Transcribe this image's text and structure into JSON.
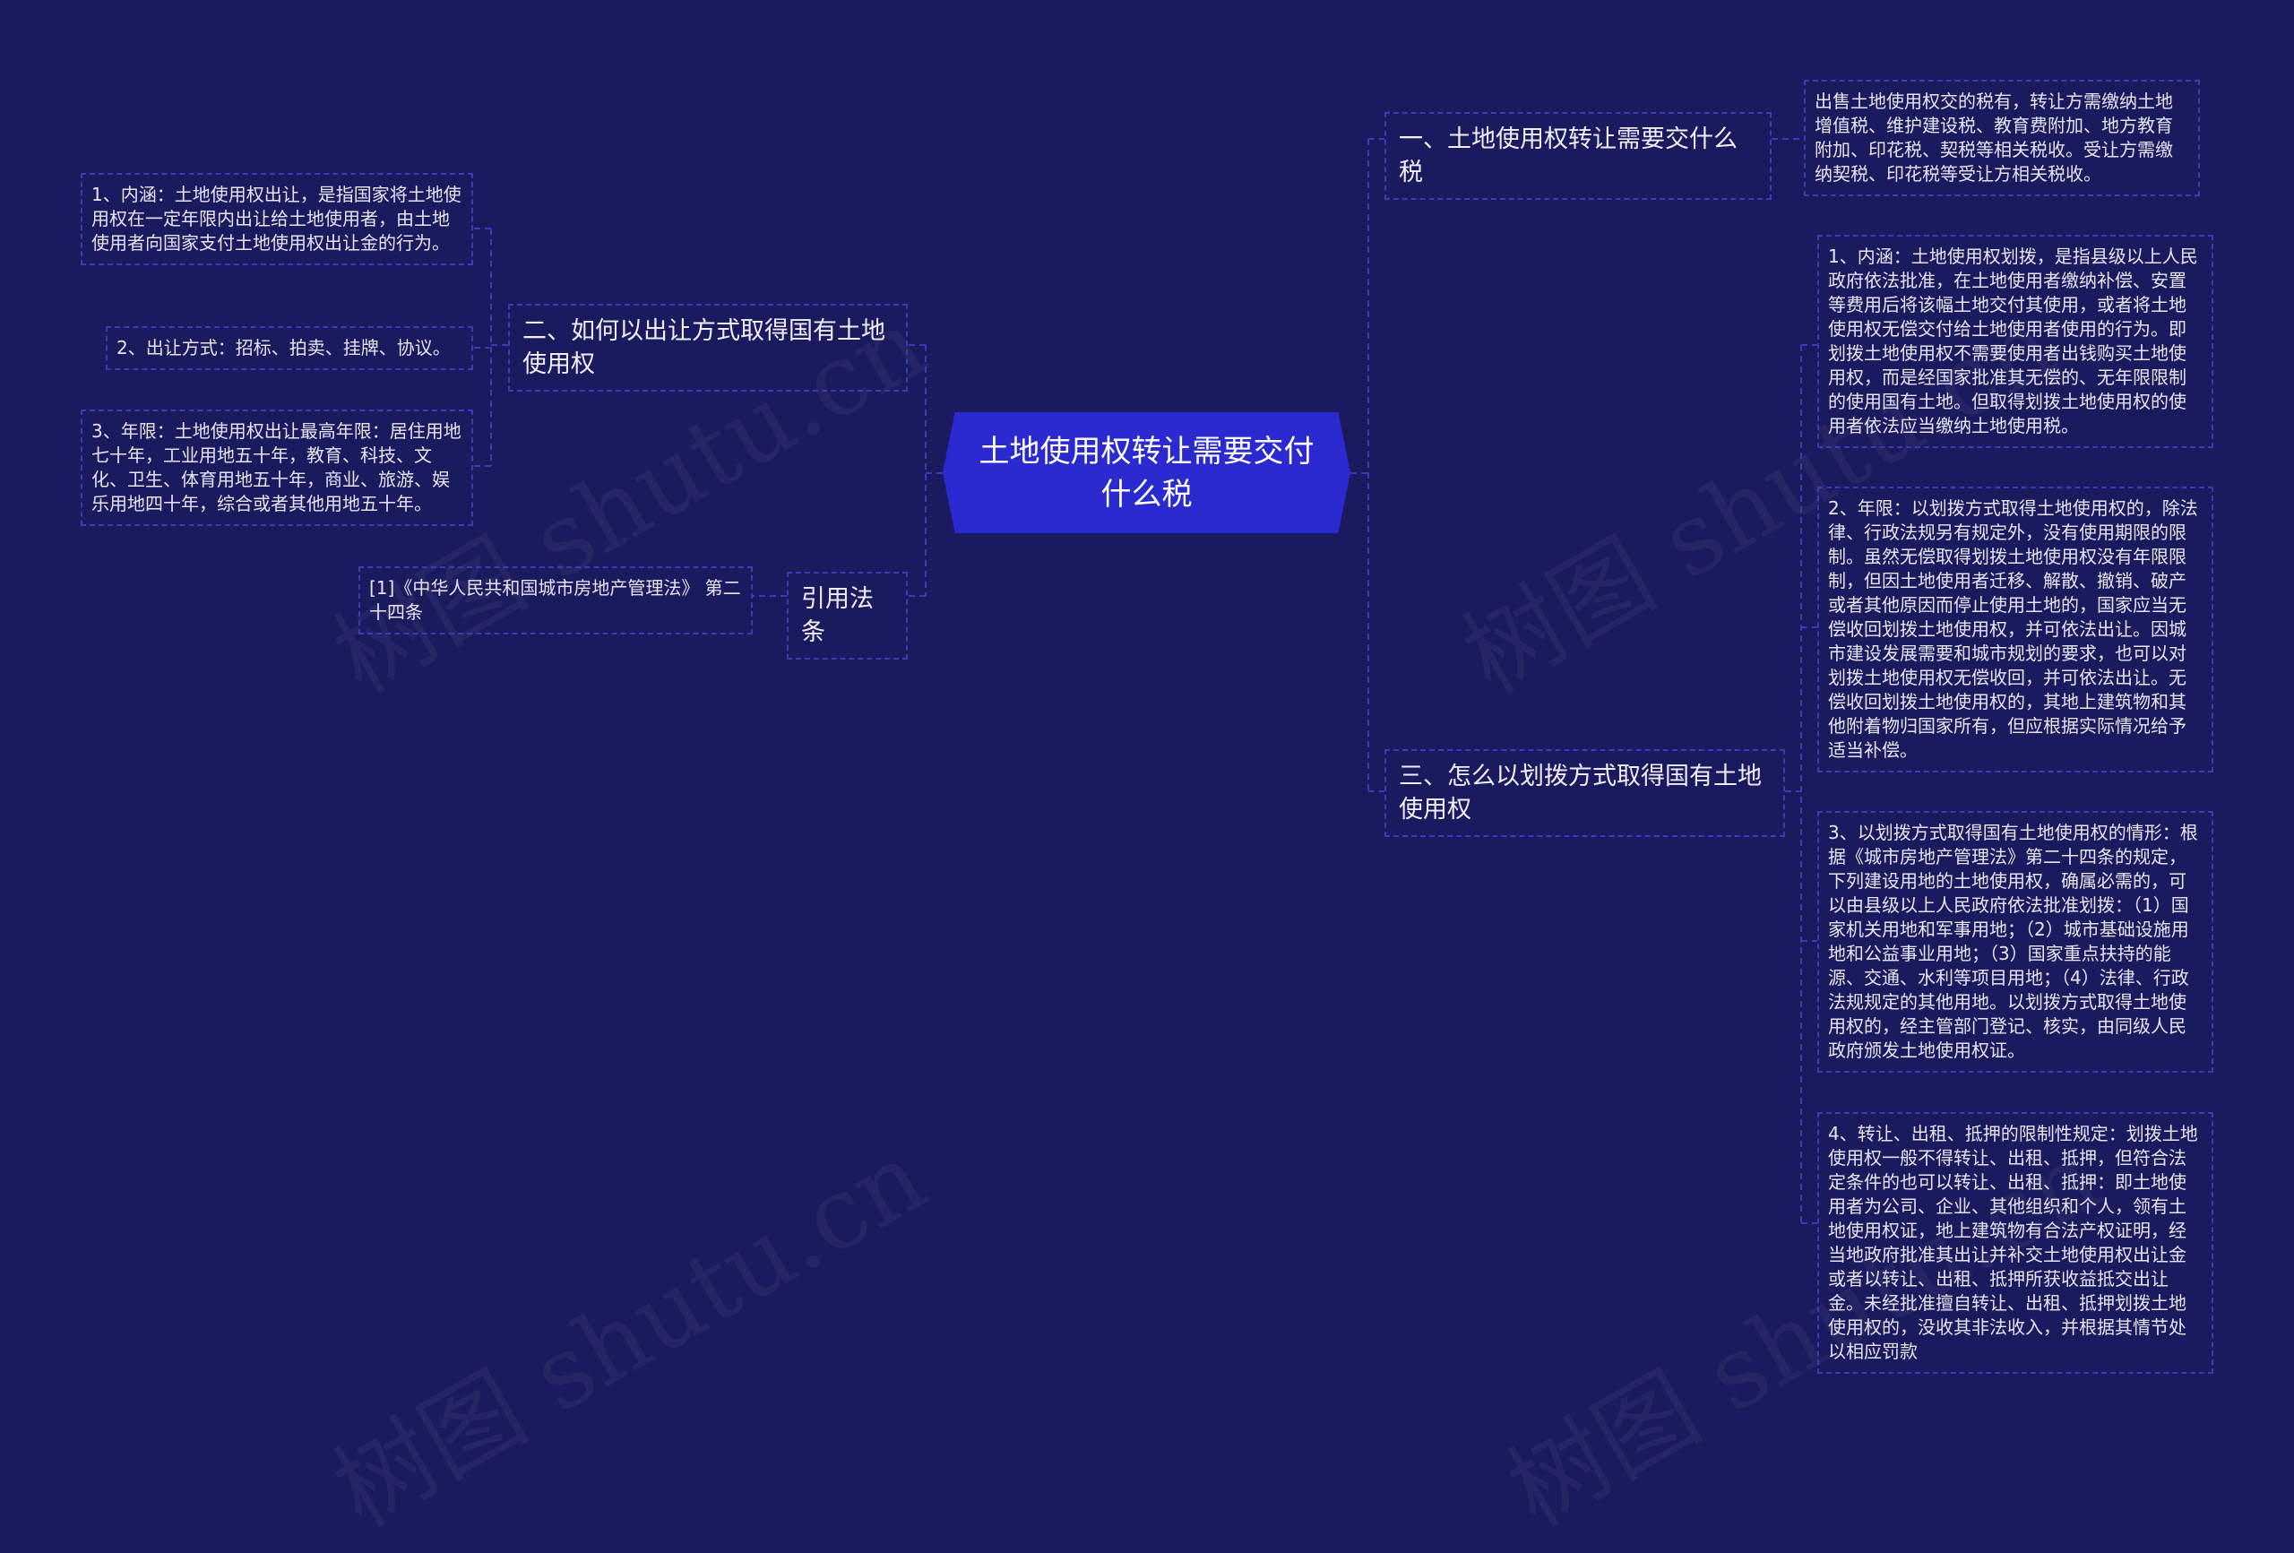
{
  "root": {
    "title": "土地使用权转让需要交付什么税"
  },
  "left_branches": [
    {
      "title": "二、如何以出让方式取得国有土地使用权",
      "children": [
        "1、内涵：土地使用权出让，是指国家将土地使用权在一定年限内出让给土地使用者，由土地使用者向国家支付土地使用权出让金的行为。",
        "2、出让方式：招标、拍卖、挂牌、协议。",
        "3、年限：土地使用权出让最高年限：居住用地七十年，工业用地五十年，教育、科技、文化、卫生、体育用地五十年，商业、旅游、娱乐用地四十年，综合或者其他用地五十年。"
      ]
    },
    {
      "title": "引用法条",
      "children": [
        "[1]《中华人民共和国城市房地产管理法》 第二十四条"
      ]
    }
  ],
  "right_branches": [
    {
      "title": "一、土地使用权转让需要交什么税",
      "children": [
        "出售土地使用权交的税有，转让方需缴纳土地增值税、维护建设税、教育费附加、地方教育附加、印花税、契税等相关税收。受让方需缴纳契税、印花税等受让方相关税收。"
      ]
    },
    {
      "title": "三、怎么以划拨方式取得国有土地使用权",
      "children": [
        "1、内涵：土地使用权划拨，是指县级以上人民政府依法批准，在土地使用者缴纳补偿、安置等费用后将该幅土地交付其使用，或者将土地使用权无偿交付给土地使用者使用的行为。即划拨土地使用权不需要使用者出钱购买土地使用权，而是经国家批准其无偿的、无年限限制的使用国有土地。但取得划拨土地使用权的使用者依法应当缴纳土地使用税。",
        "2、年限：以划拨方式取得土地使用权的，除法律、行政法规另有规定外，没有使用期限的限制。虽然无偿取得划拨土地使用权没有年限限制，但因土地使用者迁移、解散、撤销、破产或者其他原因而停止使用土地的，国家应当无偿收回划拨土地使用权，并可依法出让。因城市建设发展需要和城市规划的要求，也可以对划拨土地使用权无偿收回，并可依法出让。无偿收回划拨土地使用权的，其地上建筑物和其他附着物归国家所有，但应根据实际情况给予适当补偿。",
        "3、以划拨方式取得国有土地使用权的情形：根据《城市房地产管理法》第二十四条的规定，下列建设用地的土地使用权，确属必需的，可以由县级以上人民政府依法批准划拨：（1）国家机关用地和军事用地；（2）城市基础设施用地和公益事业用地；（3）国家重点扶持的能源、交通、水利等项目用地；（4）法律、行政法规规定的其他用地。以划拨方式取得土地使用权的，经主管部门登记、核实，由同级人民政府颁发土地使用权证。",
        "4、转让、出租、抵押的限制性规定：划拨土地使用权一般不得转让、出租、抵押，但符合法定条件的也可以转让、出租、抵押：即土地使用者为公司、企业、其他组织和个人，领有土地使用权证，地上建筑物有合法产权证明，经当地政府批准其出让并补交土地使用权出让金或者以转让、出租、抵押所获收益抵交出让金。未经批准擅自转让、出租、抵押划拨土地使用权的，没收其非法收入，并根据其情节处以相应罚款"
      ]
    }
  ],
  "colors": {
    "background": "#1a1a5e",
    "root": "#2a2ad0",
    "border": "#3b3bb5",
    "connector": "#3b3bb5"
  },
  "watermark": "树图 shutu.cn"
}
